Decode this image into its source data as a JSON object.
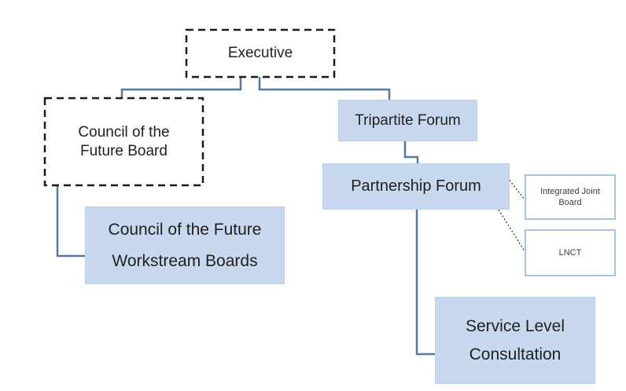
{
  "colors": {
    "node_fill": "#c8d9ef",
    "node_border": "#bdd0e9",
    "outlined_node_border": "#a9c3e3",
    "connector": "#5579a5",
    "dashed_outline": "#1a1a1a",
    "dotted_line": "#222222",
    "text": "#1f1f1f",
    "small_text": "#3d3d3d"
  },
  "nodes": {
    "executive": {
      "label": "Executive"
    },
    "council_future_board": {
      "lines": [
        "Council of the",
        "Future Board"
      ]
    },
    "tripartite_forum": {
      "label": "Tripartite Forum"
    },
    "partnership_forum": {
      "label": "Partnership Forum"
    },
    "integrated_joint_board": {
      "lines": [
        "Integrated Joint",
        "Board"
      ]
    },
    "lnct": {
      "label": "LNCT"
    },
    "council_future_workstream_boards": {
      "lines": [
        "Council of the Future",
        "Workstream Boards"
      ]
    },
    "service_level_consultation": {
      "lines": [
        "Service Level",
        "Consultation"
      ]
    }
  },
  "edges": [
    {
      "from": "executive",
      "to": "council_future_board",
      "style": "solid-elbow"
    },
    {
      "from": "executive",
      "to": "tripartite_forum",
      "style": "solid-elbow"
    },
    {
      "from": "tripartite_forum",
      "to": "partnership_forum",
      "style": "solid-elbow"
    },
    {
      "from": "council_future_board",
      "to": "council_future_workstream_boards",
      "style": "solid-elbow"
    },
    {
      "from": "partnership_forum",
      "to": "service_level_consultation",
      "style": "solid-elbow"
    },
    {
      "from": "partnership_forum",
      "to": "integrated_joint_board",
      "style": "dotted-diagonal"
    },
    {
      "from": "partnership_forum",
      "to": "lnct",
      "style": "dotted-diagonal"
    }
  ]
}
